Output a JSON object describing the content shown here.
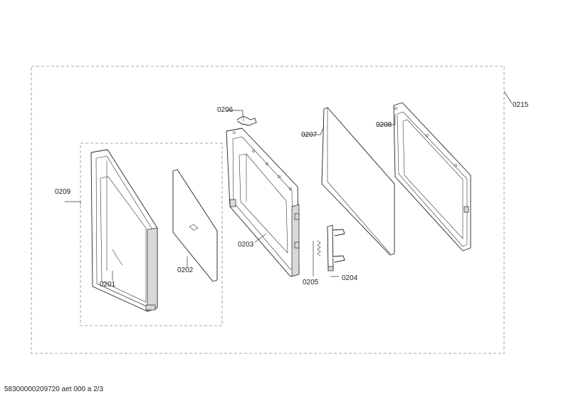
{
  "diagram": {
    "labels": {
      "door_group": "0209",
      "door_cover": "0201",
      "inner_panel": "0202",
      "inner_frame": "0203",
      "hinge": "0204",
      "spring": "0205",
      "clip": "0206",
      "glass": "0207",
      "outer_frame": "0208",
      "assembly": "0215"
    }
  },
  "footer": {
    "text": "58300000209720 aet 000 a 2/3"
  },
  "colors": {
    "line": "#222222",
    "dashed_border": "#8a8a8a",
    "background": "#ffffff"
  }
}
